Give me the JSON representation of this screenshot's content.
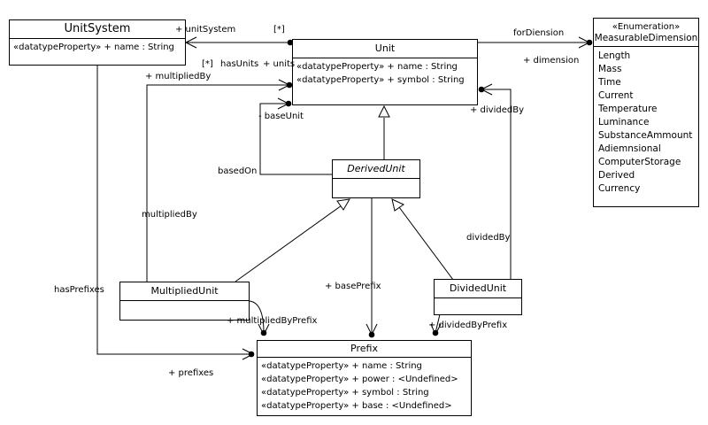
{
  "classes": {
    "unit_system": {
      "name": "UnitSystem",
      "attributes": [
        "«datatypeProperty»  + name : String"
      ]
    },
    "unit": {
      "name": "Unit",
      "attributes": [
        "«datatypeProperty»  + name : String",
        "«datatypeProperty»  + symbol : String"
      ]
    },
    "measurable_dimension": {
      "stereotype": "«Enumeration»",
      "name": "MeasurableDimension",
      "literals": [
        "Length",
        "Mass",
        "Time",
        "Current",
        "Temperature",
        "Luminance",
        "SubstanceAmmount",
        "Adiemnsional",
        "ComputerStorage",
        "Derived",
        "Currency"
      ]
    },
    "derived_unit": {
      "name": "DerivedUnit"
    },
    "multiplied_unit": {
      "name": "MultipliedUnit"
    },
    "divided_unit": {
      "name": "DividedUnit"
    },
    "prefix": {
      "name": "Prefix",
      "attributes": [
        "«datatypeProperty»  + name : String",
        "«datatypeProperty»  + power : <Undefined>",
        "«datatypeProperty»  + symbol : String",
        "«datatypeProperty»  + base : <Undefined>"
      ]
    }
  },
  "labels": {
    "plus_unit_system": "+ unitSystem",
    "mult_star_1": "[*]",
    "mult_star_2": "[*]",
    "has_units": "hasUnits",
    "plus_units": "+ units",
    "for_diension": "forDiension",
    "plus_dimension": "+ dimension",
    "plus_multiplied_by": "+ multipliedBy",
    "minus_base_unit": "- baseUnit",
    "plus_divided_by": "+ dividedBy",
    "based_on": "basedOn",
    "multiplied_by": "multipliedBy",
    "divided_by": "dividedBy",
    "has_prefixes": "hasPrefixes",
    "plus_base_prefix": "+ basePrefix",
    "plus_multiplied_by_prefix": "+ multipliedByPrefix",
    "plus_divided_by_prefix": "+ dividedByPrefix",
    "plus_prefixes": "+ prefixes"
  }
}
